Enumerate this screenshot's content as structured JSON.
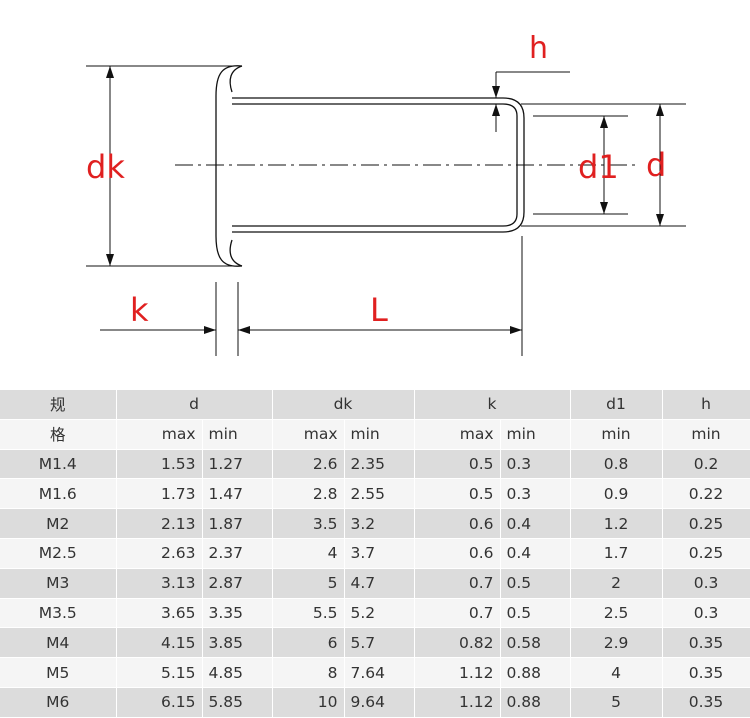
{
  "drawing": {
    "labels": {
      "dk": "dk",
      "k": "k",
      "L": "L",
      "h": "h",
      "d1": "d1",
      "d": "d"
    },
    "colors": {
      "line": "#111111",
      "label": "#e02020"
    }
  },
  "table": {
    "header": {
      "spec_top": "规",
      "spec_bottom": "格",
      "groups": [
        "d",
        "dk",
        "k",
        "d1",
        "h"
      ],
      "sub": [
        "max",
        "min",
        "max",
        "min",
        "max",
        "min",
        "min",
        "min"
      ]
    },
    "rows": [
      {
        "spec": "M1.4",
        "d_max": "1.53",
        "d_min": "1.27",
        "dk_max": "2.6",
        "dk_min": "2.35",
        "k_max": "0.5",
        "k_min": "0.3",
        "d1_min": "0.8",
        "h_min": "0.2"
      },
      {
        "spec": "M1.6",
        "d_max": "1.73",
        "d_min": "1.47",
        "dk_max": "2.8",
        "dk_min": "2.55",
        "k_max": "0.5",
        "k_min": "0.3",
        "d1_min": "0.9",
        "h_min": "0.22"
      },
      {
        "spec": "M2",
        "d_max": "2.13",
        "d_min": "1.87",
        "dk_max": "3.5",
        "dk_min": "3.2",
        "k_max": "0.6",
        "k_min": "0.4",
        "d1_min": "1.2",
        "h_min": "0.25"
      },
      {
        "spec": "M2.5",
        "d_max": "2.63",
        "d_min": "2.37",
        "dk_max": "4",
        "dk_min": "3.7",
        "k_max": "0.6",
        "k_min": "0.4",
        "d1_min": "1.7",
        "h_min": "0.25"
      },
      {
        "spec": "M3",
        "d_max": "3.13",
        "d_min": "2.87",
        "dk_max": "5",
        "dk_min": "4.7",
        "k_max": "0.7",
        "k_min": "0.5",
        "d1_min": "2",
        "h_min": "0.3"
      },
      {
        "spec": "M3.5",
        "d_max": "3.65",
        "d_min": "3.35",
        "dk_max": "5.5",
        "dk_min": "5.2",
        "k_max": "0.7",
        "k_min": "0.5",
        "d1_min": "2.5",
        "h_min": "0.3"
      },
      {
        "spec": "M4",
        "d_max": "4.15",
        "d_min": "3.85",
        "dk_max": "6",
        "dk_min": "5.7",
        "k_max": "0.82",
        "k_min": "0.58",
        "d1_min": "2.9",
        "h_min": "0.35"
      },
      {
        "spec": "M5",
        "d_max": "5.15",
        "d_min": "4.85",
        "dk_max": "8",
        "dk_min": "7.64",
        "k_max": "1.12",
        "k_min": "0.88",
        "d1_min": "4",
        "h_min": "0.35"
      },
      {
        "spec": "M6",
        "d_max": "6.15",
        "d_min": "5.85",
        "dk_max": "10",
        "dk_min": "9.64",
        "k_max": "1.12",
        "k_min": "0.88",
        "d1_min": "5",
        "h_min": "0.35"
      }
    ]
  }
}
